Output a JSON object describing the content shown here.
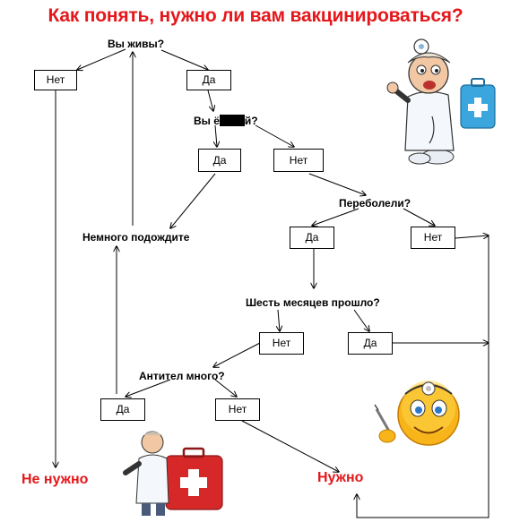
{
  "title": "Как понять, нужно ли вам вакцинироваться?",
  "colors": {
    "accent": "#e5171b",
    "line": "#000000",
    "box_border": "#000000"
  },
  "questions": {
    "alive": "Вы живы?",
    "redacted_prefix": "Вы ё",
    "redacted_suffix": "й?",
    "had_covid": "Переболели?",
    "six_months": "Шесть месяцев прошло?",
    "antibodies": "Антител много?",
    "wait": "Немного подождите"
  },
  "boxes": {
    "alive_no": "Нет",
    "alive_yes": "Да",
    "r_yes": "Да",
    "r_no": "Нет",
    "had_yes": "Да",
    "had_no": "Нет",
    "six_no": "Нет",
    "six_yes": "Да",
    "ab_yes": "Да",
    "ab_no": "Нет"
  },
  "results": {
    "not_needed": "Не нужно",
    "needed": "Нужно"
  },
  "illustrations": [
    "doctor-with-kit",
    "smiley-doctor-with-syringe",
    "small-doctor-with-first-aid-kit"
  ]
}
